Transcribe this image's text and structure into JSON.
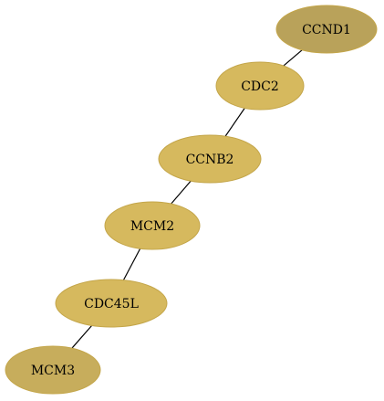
{
  "nodes": [
    {
      "id": "ccnd1",
      "label": "CCND1",
      "fill": "#b9a25a"
    },
    {
      "id": "cdc2",
      "label": "CDC2",
      "fill": "#d6b95e"
    },
    {
      "id": "ccnb2",
      "label": "CCNB2",
      "fill": "#d6b95e"
    },
    {
      "id": "mcm2",
      "label": "MCM2",
      "fill": "#d6b95e"
    },
    {
      "id": "cdc45l",
      "label": "CDC45L",
      "fill": "#d6b95e"
    },
    {
      "id": "mcm3",
      "label": "MCM3",
      "fill": "#c7ad5c"
    }
  ],
  "edges": [
    {
      "from": "ccnd1",
      "to": "cdc2"
    },
    {
      "from": "cdc2",
      "to": "ccnb2"
    },
    {
      "from": "ccnb2",
      "to": "mcm2"
    },
    {
      "from": "mcm2",
      "to": "cdc45l"
    },
    {
      "from": "cdc45l",
      "to": "mcm3"
    }
  ]
}
